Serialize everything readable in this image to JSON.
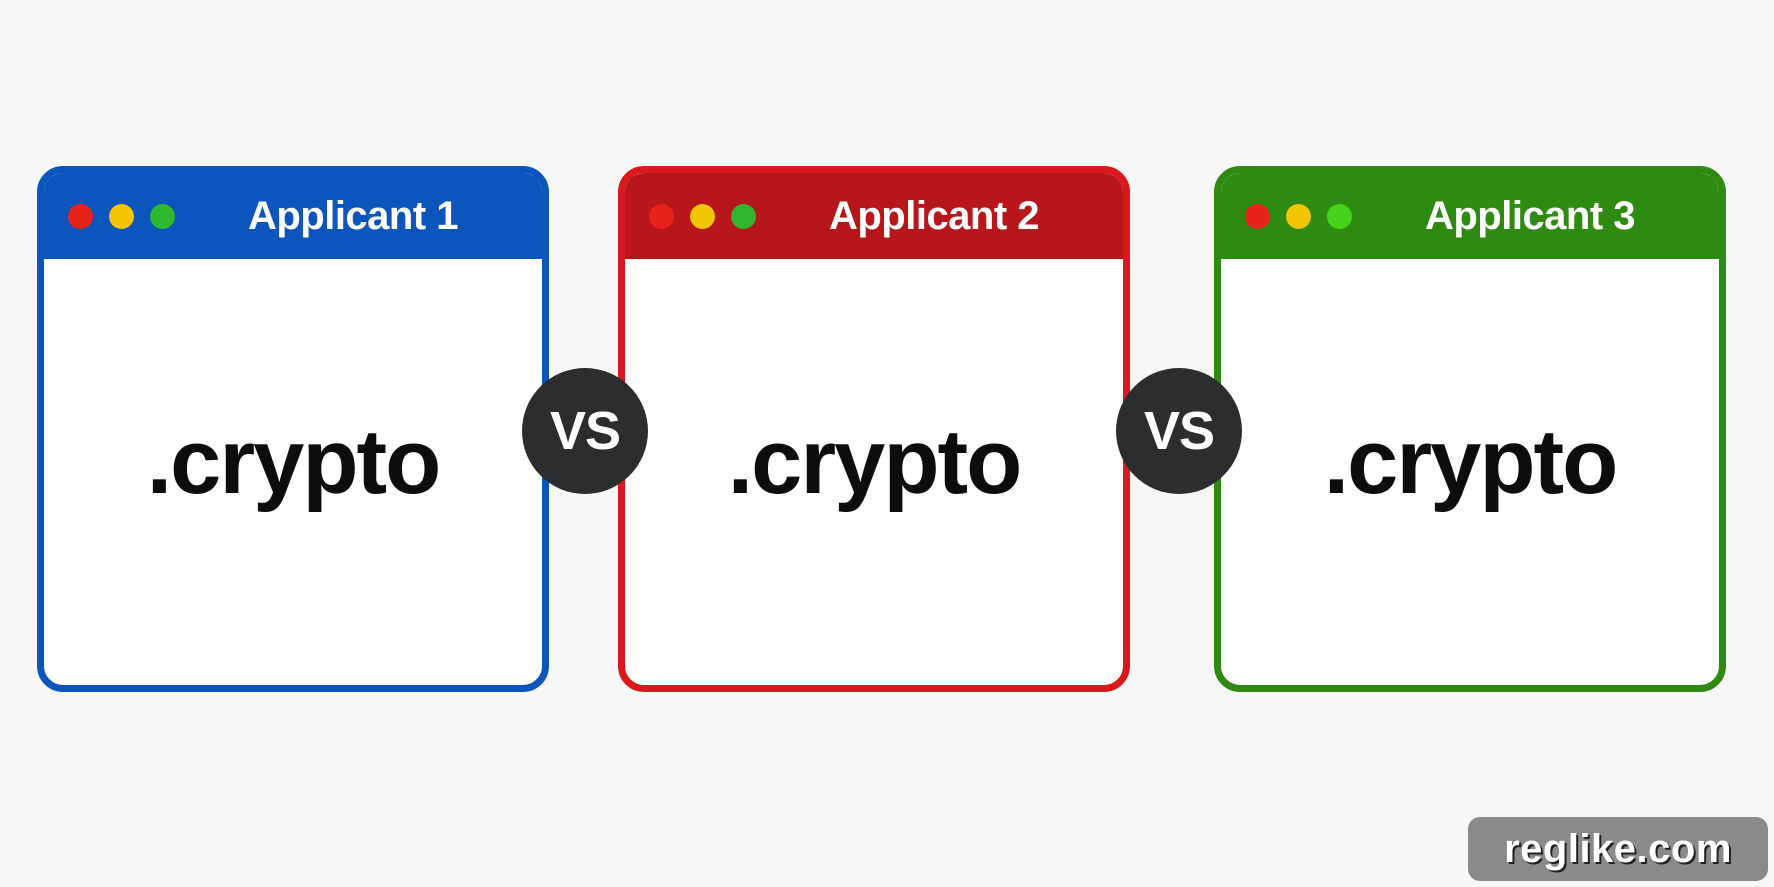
{
  "windows": [
    {
      "title": "Applicant 1",
      "content": ".crypto",
      "color": "#0b55bd"
    },
    {
      "title": "Applicant 2",
      "content": ".crypto",
      "color": "#b7161a"
    },
    {
      "title": "Applicant 3",
      "content": ".crypto",
      "color": "#2f8a11"
    }
  ],
  "separators": [
    {
      "label": "VS"
    },
    {
      "label": "VS"
    }
  ],
  "watermark": {
    "text": "reglike.com"
  }
}
